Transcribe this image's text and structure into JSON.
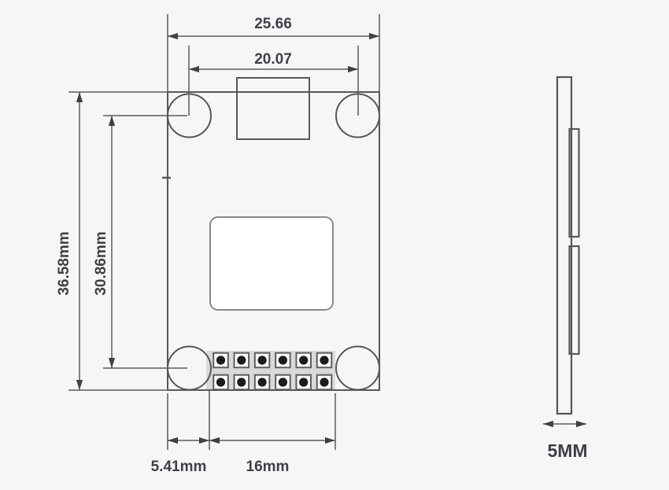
{
  "dimensions": {
    "board_width": "25.66",
    "hole_spacing_width": "20.07",
    "board_height": "36.58mm",
    "hole_spacing_height": "30.86mm",
    "pin_block_offset": "5.41mm",
    "pin_block_width": "16mm",
    "board_thickness": "5MM"
  },
  "front_view": {
    "mounting_hole_count": 4,
    "pin_rows": 2,
    "pins_per_row": 6
  },
  "side_view": {
    "rear_component_count": 2
  },
  "colors": {
    "background": "#f5f6f8",
    "line": "#56575b",
    "text": "#3f4046",
    "pad_band": "#d9d9db",
    "pin_hole": "#1c1c1e",
    "module_fill": "#ffffff"
  }
}
